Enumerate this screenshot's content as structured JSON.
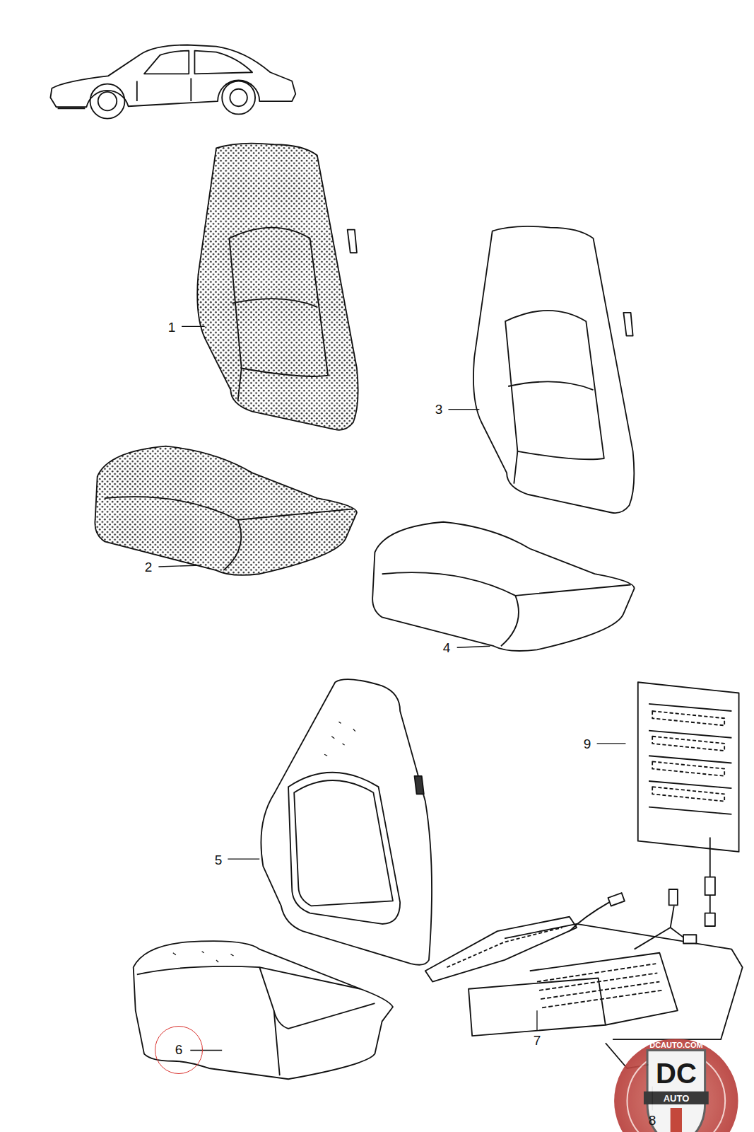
{
  "diagram": {
    "nodes": [
      {
        "text": [
          "6"
        ]
      }
    ],
    "labels": [
      "1",
      "2",
      "3",
      "4",
      "5",
      "7",
      "8",
      "9",
      "DCAUTO.COM",
      "DC",
      "AUTO"
    ]
  }
}
